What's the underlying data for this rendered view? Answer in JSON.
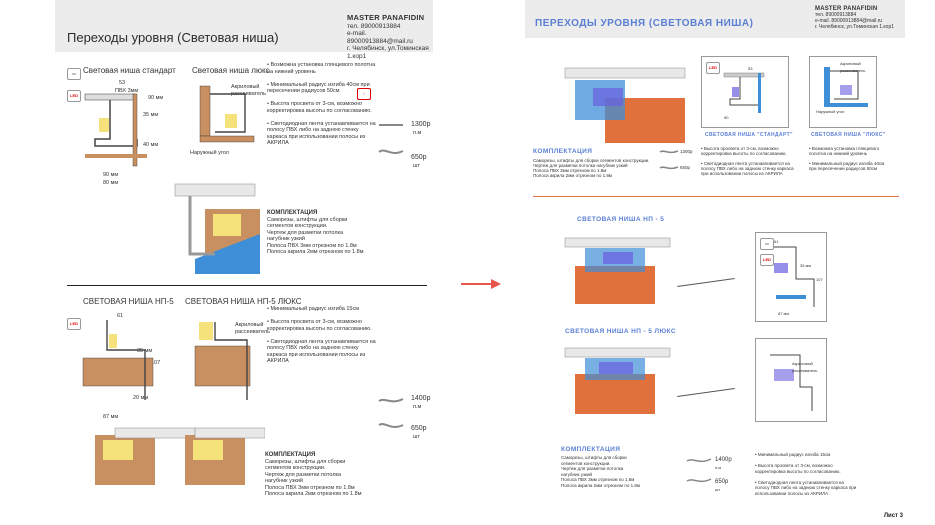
{
  "left": {
    "title": "Переходы уровня (Световая ниша)",
    "brand": {
      "name": "MASTER PANAFIDIN",
      "phone": "тел. 89000913884",
      "email": "e-mail. 89000913884@mail.ru",
      "address": "г. Челябинск, ул.Томинская 1.кор1"
    },
    "s1": {
      "label_a": "Световая ниша стандарт",
      "label_b": "Световая ниша люкс",
      "dims": {
        "d53": "53",
        "pvh": "ПВХ 3мм",
        "d90a": "90 мм",
        "d80": "80 мм",
        "d35": "35 мм",
        "d40": "40 мм",
        "d90b": "90 мм"
      },
      "diffuser": "Акриловый рассеиватель",
      "outer": "Наружный угол",
      "notes": [
        "• Возможна установка глянцевого полотна на нижний уровень",
        "• Минимальный радиус изгиба 40см при пересечении радиусов 50см",
        "• Высота просвета  от 3-см, возможно корректировка высоты по согласованию.",
        "• Светодиодная лента устанавливается на полосу ПВХ либо на заднюю стенку каркаса при использовании полосы из АКРИЛА"
      ],
      "price1": "1300р",
      "unit1": "п.м",
      "price2": "650р",
      "unit2": "шт",
      "kit": {
        "heading": "КОМПЛЕКТАЦИЯ",
        "lines": [
          "Саморезы, штифты для сборки",
          "сегментов конструкции.",
          "Чертеж для разметки потолка",
          "нагубник узкий",
          "Полоса ПВХ 3мм отрезном по 1.8м",
          "Полоса акрила 2мм  отрезном по 1.8м"
        ]
      }
    },
    "s2": {
      "label_a": "СВЕТОВАЯ НИША НП-5",
      "label_b": "СВЕТОВАЯ НИША НП-5 ЛЮКС",
      "dims": {
        "d61": "61",
        "d35": "35 мм",
        "d107": "107",
        "d87": "87 мм",
        "d20": "20 мм"
      },
      "diffuser": "Акриловый рассеиватель",
      "notes": [
        "• Минимальный радиус изгиба 15см",
        "• Высота просвета  от 3-см, возможно корректировка высоты по согласованию.",
        "• Светодиодная лента устанавливается на полосу ПВХ либо на заднюю стенку каркаса при использовании полосы из АКРИЛА"
      ],
      "price1": "1400р",
      "unit1": "п.м",
      "price2": "650р",
      "unit2": "шт",
      "kit": {
        "heading": "КОМПЛЕКТАЦИЯ",
        "lines": [
          "Саморезы, штифты для сборки",
          "сегментов конструкции.",
          "Чертеж для разметки потолка",
          "нагубник узкий",
          "Полоса ПВХ 3мм отрезном по 1.8м",
          "Полоса акрила 2мм  отрезном по 1.8м"
        ]
      }
    },
    "badges": {
      "led": "LED"
    }
  },
  "right": {
    "title": "ПЕРЕХОДЫ УРОВНЯ (СВЕТОВАЯ НИША)",
    "brand": {
      "name": "MASTER PANAFIDIN",
      "phone": "тел. 89000913884",
      "email": "e-mail. 89000913884@mail.ru",
      "address": "г. Челябинск, ул.Томинская 1.кор1"
    },
    "s1": {
      "label_a": "СВЕТОВАЯ НИША \"СТАНДАРТ\"",
      "label_b": "СВЕТОВАЯ НИША \"ЛЮКС\"",
      "diffuser": "Акриловый рассеиватель",
      "outer": "Наружный угол",
      "dims": {
        "d53": "53",
        "pvh": "ПВХ 3мм",
        "d90": "90"
      },
      "notes_a": [
        "• Высота просвета  от 3-см, возможно корректировка высоты по согласованию.",
        "• Светодиодная лента устанавливается на полосу ПВХ либо на заднюю стенку каркаса при использовании полосы из АКРИЛА"
      ],
      "notes_b": [
        "• Возможна установка глянцевого полотна на нижний уровень",
        "• Минимальный радиус изгиба 40см при пересечении радиусов 50см"
      ],
      "kit": {
        "heading": "КОМПЛЕКТАЦИЯ",
        "lines": [
          "Саморезы, штифты для сборки сегментов конструкции.",
          "Чертеж для разметки потолка нагубник узкий",
          "Полоса ПВХ 3мм отрезном по 1.8м",
          "Полоса акрила 2мм  отрезном по 1.8м"
        ]
      },
      "price1": "1300р",
      "price2": "650р"
    },
    "s2": {
      "label_a": "СВЕТОВАЯ НИША НП - 5",
      "label_b": "СВЕТОВАЯ НИША НП - 5 ЛЮКС",
      "dims": {
        "d61": "61",
        "d35": "35 мм",
        "d107": "107",
        "d87": "87 мм"
      },
      "diffuser": "Акриловый рассеиватель",
      "notes": [
        "• Минимальный радиус изгиба 15см",
        "• Высота просвета  от 3-см, возможно корректировка высоты по согласованию.",
        "• Светодиодная лента устанавливается на полосу ПВХ либо на заднюю стенку каркаса при использовании полосы из АКРИЛА"
      ],
      "kit": {
        "heading": "КОМПЛЕКТАЦИЯ",
        "lines": [
          "Саморезы, штифты для сборки",
          "сегментов конструкции.",
          "Чертеж для разметки потолка",
          "нагубник узкий",
          "Полоса ПВХ 3мм отрезном по 1.8м",
          "Полоса акрила 2мм  отрезном по 1.8м"
        ]
      },
      "price1": "1400р",
      "unit1": "п.м",
      "price2": "650р",
      "unit2": "шт"
    },
    "sheet": "Лист 3",
    "badges": {
      "led": "LED"
    }
  },
  "colors": {
    "accent_blue": "#5a7fd4",
    "orange": "#e0703c",
    "arrow": "#e8554e",
    "wood": "#c89060",
    "blue_fill": "#3f8fd8"
  }
}
